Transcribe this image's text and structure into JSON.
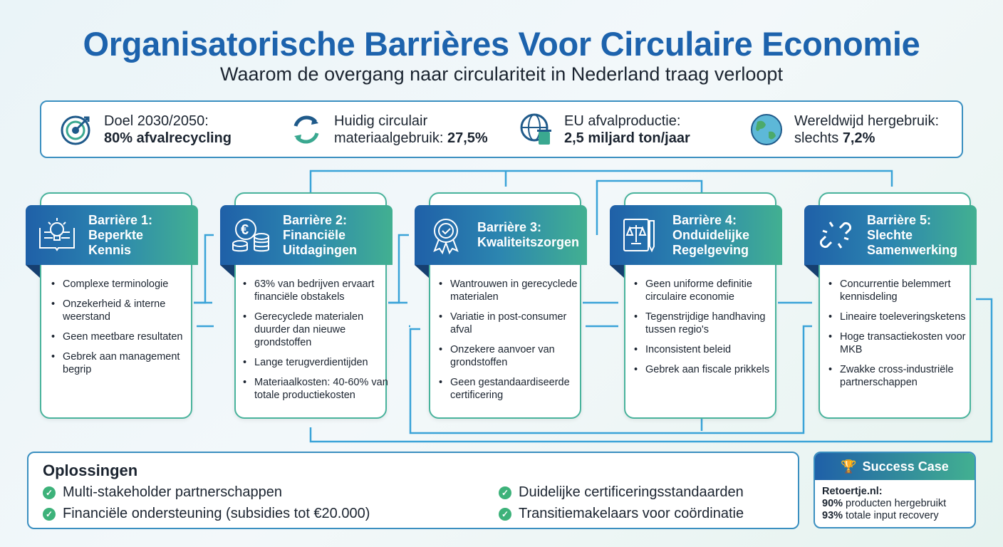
{
  "title": "Organisatorische Barrières Voor Circulaire Economie",
  "subtitle": "Waarom de overgang naar circulariteit in Nederland traag verloopt",
  "stats": [
    {
      "icon": "target-icon",
      "line1": "Doel 2030/2050:",
      "line2": "80% afvalrecycling"
    },
    {
      "icon": "recycle-arrows-icon",
      "line1": "Huidig circulair",
      "line2a": "materiaalgebruik: ",
      "line2b": "27,5%"
    },
    {
      "icon": "globe-trash-icon",
      "line1": "EU afvalproductie:",
      "line2": "2,5 miljard ton/jaar"
    },
    {
      "icon": "earth-icon",
      "line1": "Wereldwijd hergebruik:",
      "line2a": "slechts ",
      "line2b": "7,2%"
    }
  ],
  "barriers": [
    {
      "icon": "book-lightbulb-icon",
      "title": "Barrière 1:",
      "name": "Beperkte Kennis",
      "items": [
        "Complexe terminologie",
        "Onzekerheid & interne weerstand",
        "Geen meetbare resultaten",
        "Gebrek aan management begrip"
      ]
    },
    {
      "icon": "euro-coins-icon",
      "title": "Barrière 2:",
      "name": "Financiële Uitdagingen",
      "items": [
        "63% van bedrijven ervaart financiële obstakels",
        "Gerecyclede materialen duurder dan nieuwe grondstoffen",
        "Lange terugverdientijden",
        "Materiaalkosten: 40-60% van totale productiekosten"
      ]
    },
    {
      "icon": "quality-badge-icon",
      "title": "Barrière 3:",
      "name": "Kwaliteitszorgen",
      "items": [
        "Wantrouwen in gerecyclede materialen",
        "Variatie in post-consumer afval",
        "Onzekere aanvoer van grondstoffen",
        "Geen gestandaardiseerde certificering"
      ]
    },
    {
      "icon": "law-book-icon",
      "title": "Barrière 4:",
      "name": "Onduidelijke Regelgeving",
      "items": [
        "Geen uniforme definitie circulaire economie",
        "Tegenstrijdige handhaving tussen regio's",
        "Inconsistent beleid",
        "Gebrek aan fiscale prikkels"
      ]
    },
    {
      "icon": "broken-chain-icon",
      "title": "Barrière 5:",
      "name": "Slechte Samenwerking",
      "items": [
        "Concurrentie belemmert kennisdeling",
        "Lineaire toeleveringsketens",
        "Hoge transactiekosten voor MKB",
        "Zwakke cross-industriële partnerschappen"
      ]
    }
  ],
  "solutions": {
    "title": "Oplossingen",
    "items": [
      "Multi-stakeholder partnerschappen",
      "Financiële ondersteuning (subsidies tot €20.000)",
      "Duidelijke certificeringsstandaarden",
      "Transitiemakelaars voor coördinatie"
    ]
  },
  "success": {
    "title": "Success Case",
    "company": "Retoertje.nl:",
    "line1a": "90%",
    "line1b": " producten hergebruikt",
    "line2a": "93%",
    "line2b": " totale input recovery"
  },
  "colors": {
    "title": "#1d63ad",
    "accent_green": "#42b091",
    "accent_blue": "#1f60a8"
  }
}
